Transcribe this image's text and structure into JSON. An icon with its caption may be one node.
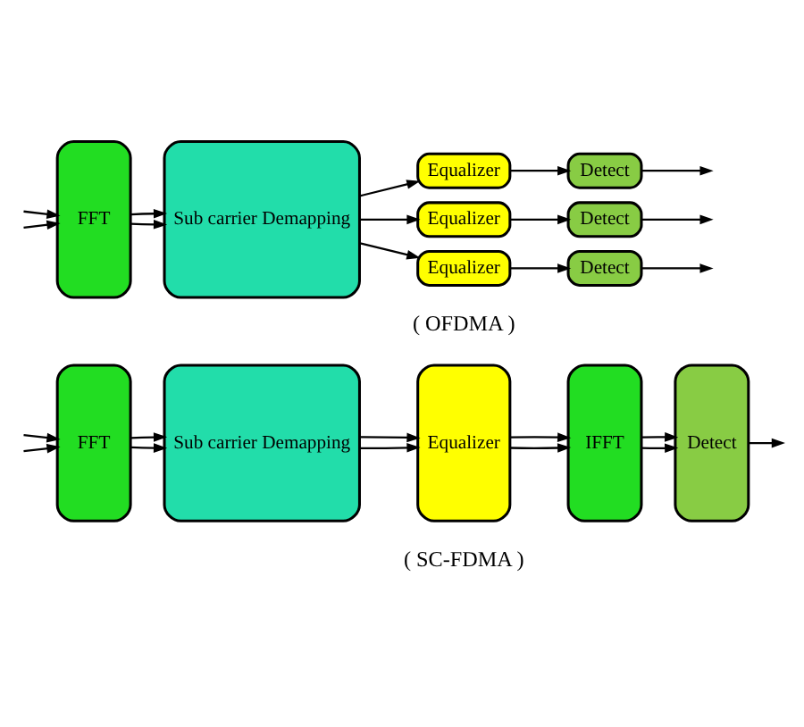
{
  "diagram": {
    "nodes": [
      {
        "text": [
          "FFT"
        ]
      },
      {
        "text": [
          "Sub carrier Demapping"
        ]
      },
      {
        "text": [
          "Equalizer"
        ]
      },
      {
        "text": [
          "Equalizer"
        ]
      },
      {
        "text": [
          "Equalizer"
        ]
      },
      {
        "text": [
          "Detect"
        ]
      },
      {
        "text": [
          "Detect"
        ]
      },
      {
        "text": [
          "Detect"
        ]
      },
      {
        "text": [
          "FFT"
        ]
      },
      {
        "text": [
          "Sub carrier Demapping"
        ]
      },
      {
        "text": [
          "Equalizer"
        ]
      },
      {
        "text": [
          "IFFT"
        ]
      },
      {
        "text": [
          "Detect"
        ]
      }
    ],
    "edges": [
      {
        "from": null,
        "to": 0,
        "arrow": "to"
      },
      {
        "from": null,
        "to": 0,
        "arrow": "to"
      },
      {
        "from": 0,
        "to": 1,
        "arrow": "to"
      },
      {
        "from": 0,
        "to": 1,
        "arrow": "to"
      },
      {
        "from": 1,
        "to": 2,
        "arrow": "to"
      },
      {
        "from": 1,
        "to": 3,
        "arrow": "to"
      },
      {
        "from": 1,
        "to": 4,
        "arrow": "to"
      },
      {
        "from": 2,
        "to": 5,
        "arrow": "to"
      },
      {
        "from": 3,
        "to": 6,
        "arrow": "to"
      },
      {
        "from": 4,
        "to": 7,
        "arrow": "to"
      },
      {
        "from": 5,
        "to": null,
        "arrow": "to"
      },
      {
        "from": 6,
        "to": null,
        "arrow": "to"
      },
      {
        "from": 7,
        "to": null,
        "arrow": "to"
      },
      {
        "from": null,
        "to": 8,
        "arrow": "to"
      },
      {
        "from": null,
        "to": 8,
        "arrow": "to"
      },
      {
        "from": 8,
        "to": 9,
        "arrow": "to"
      },
      {
        "from": 8,
        "to": 9,
        "arrow": "to"
      },
      {
        "from": 9,
        "to": 10,
        "arrow": "to"
      },
      {
        "from": 9,
        "to": 10,
        "arrow": "to"
      },
      {
        "from": 10,
        "to": 11,
        "arrow": "to"
      },
      {
        "from": 10,
        "to": 11,
        "arrow": "to"
      },
      {
        "from": 11,
        "to": 12,
        "arrow": "to"
      },
      {
        "from": 11,
        "to": 12,
        "arrow": "to"
      },
      {
        "from": 12,
        "to": null,
        "arrow": "to"
      }
    ],
    "labels": [
      "( OFDMA )",
      "( SC-FDMA )"
    ]
  }
}
